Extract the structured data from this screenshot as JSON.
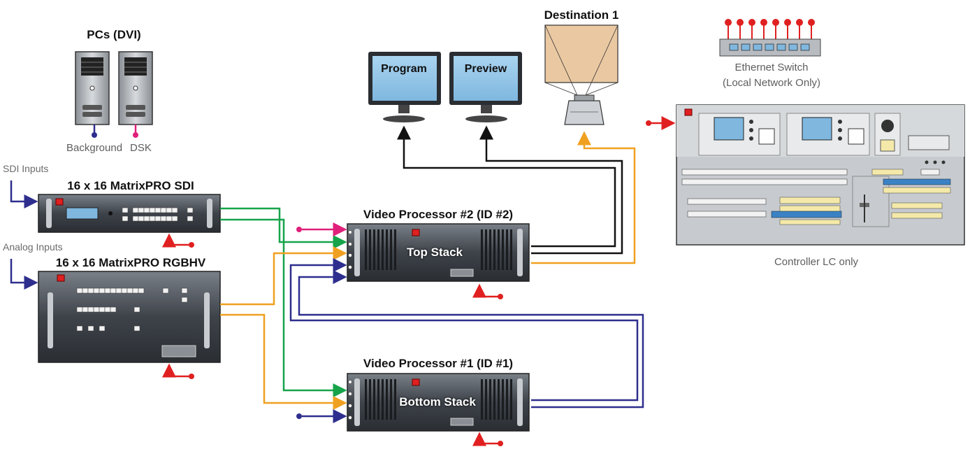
{
  "pcs": {
    "title": "PCs (DVI)",
    "background_label": "Background",
    "dsk_label": "DSK"
  },
  "inputs": {
    "sdi_label": "SDI Inputs",
    "analog_label": "Analog Inputs"
  },
  "matrix_sdi": {
    "title": "16 x 16 MatrixPRO SDI"
  },
  "matrix_rgbhv": {
    "title": "16 x 16 MatrixPRO RGBHV"
  },
  "vp2": {
    "title": "Video Processor #2 (ID #2)",
    "stack": "Top Stack"
  },
  "vp1": {
    "title": "Video Processor #1 (ID #1)",
    "stack": "Bottom Stack"
  },
  "monitors": {
    "program": "Program",
    "preview": "Preview"
  },
  "destination": {
    "title": "Destination 1"
  },
  "ethernet": {
    "line1": "Ethernet Switch",
    "line2": "(Local Network Only)"
  },
  "controller": {
    "caption": "Controller LC only"
  },
  "colors": {
    "sdi_signal": "#16a34a",
    "analog_signal": "#f0a020",
    "blue_signal": "#2e2e8e",
    "magenta_signal": "#e0207a",
    "network": "#e02020",
    "output_black": "#111111"
  }
}
